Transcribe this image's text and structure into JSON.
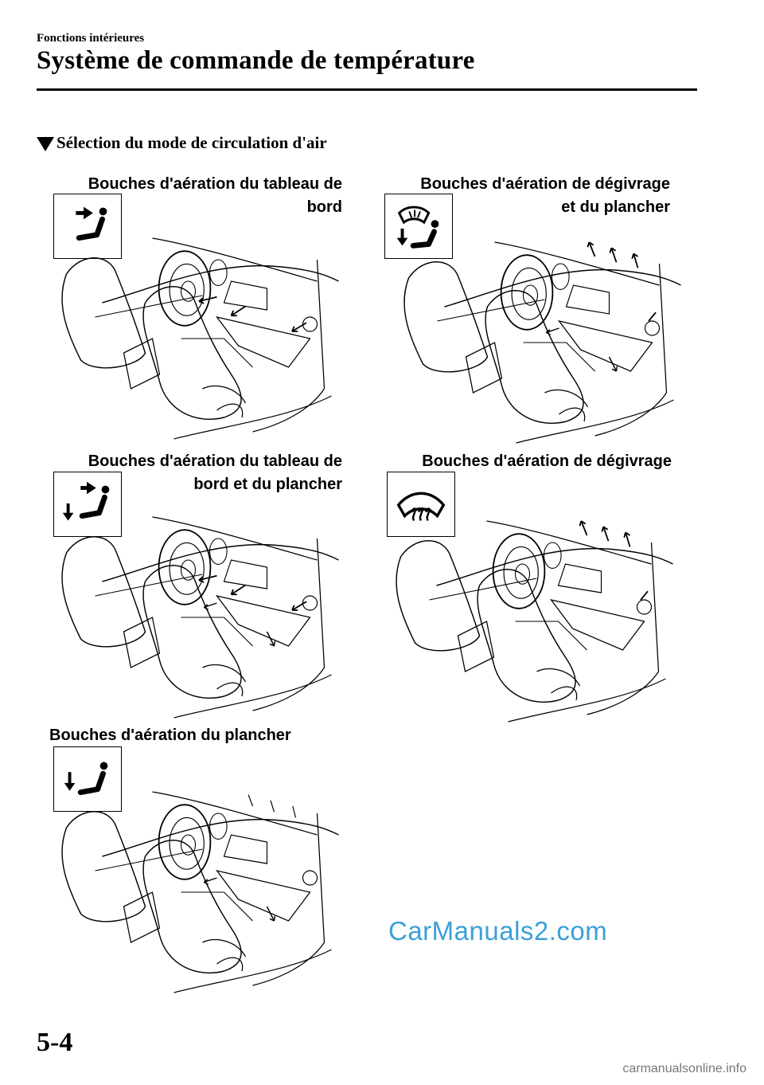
{
  "header": {
    "chapter": "Fonctions intérieures",
    "title": "Système de commande de température"
  },
  "section": {
    "heading": "Sélection du mode de circulation d'air"
  },
  "modes": [
    {
      "id": "face",
      "label_line1": "Bouches d'aération du tableau de",
      "label_line2": "bord",
      "icon": "face-vent-icon"
    },
    {
      "id": "defrost-floor",
      "label_line1": "Bouches d'aération de dégivrage",
      "label_line2": "et du plancher",
      "icon": "defrost-floor-icon"
    },
    {
      "id": "bilevel",
      "label_line1": "Bouches d'aération du tableau de",
      "label_line2": "bord et du plancher",
      "icon": "bilevel-vent-icon"
    },
    {
      "id": "defrost",
      "label_line1": "Bouches d'aération de dégivrage",
      "icon": "defroster-icon"
    },
    {
      "id": "floor",
      "label_line1": "Bouches d'aération du plancher",
      "icon": "floor-vent-icon"
    }
  ],
  "watermark": "CarManuals2.com",
  "page_number": "5-4",
  "footer": "carmanualsonline.info"
}
